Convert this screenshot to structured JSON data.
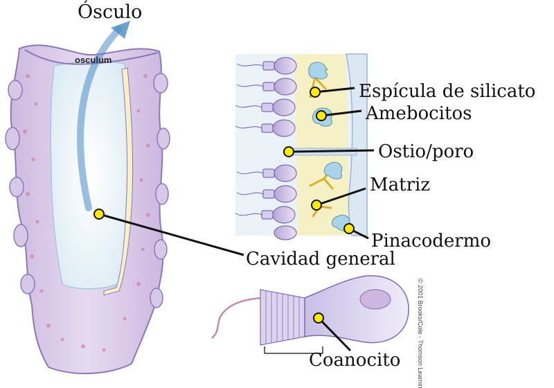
{
  "labels": {
    "osculo": "Ósculo",
    "osculum_inner": "osculum",
    "espicula": "Espícula de silicato",
    "amebocitos": "Amebocitos",
    "ostio": "Ostio/poro",
    "matriz": "Matriz",
    "pinacodermo": "Pinacodermo",
    "cavidad": "Cavidad general",
    "coanocito": "Coanocito"
  },
  "copyright": "© 2001 Brooks/Cole - Thomson Learning",
  "colors": {
    "sponge_body": "#d9c9e6",
    "sponge_outline": "#8a78b8",
    "sponge_spots": "#c98aa8",
    "cavity": "#eef6fb",
    "mesohyl": "#f6f1c4",
    "marker_fill": "#ffeb00",
    "marker_stroke": "#111111",
    "arrow": "#4a8cc6",
    "spicule": "#e8c63a",
    "amoebocyte": "#a9d3e8"
  }
}
